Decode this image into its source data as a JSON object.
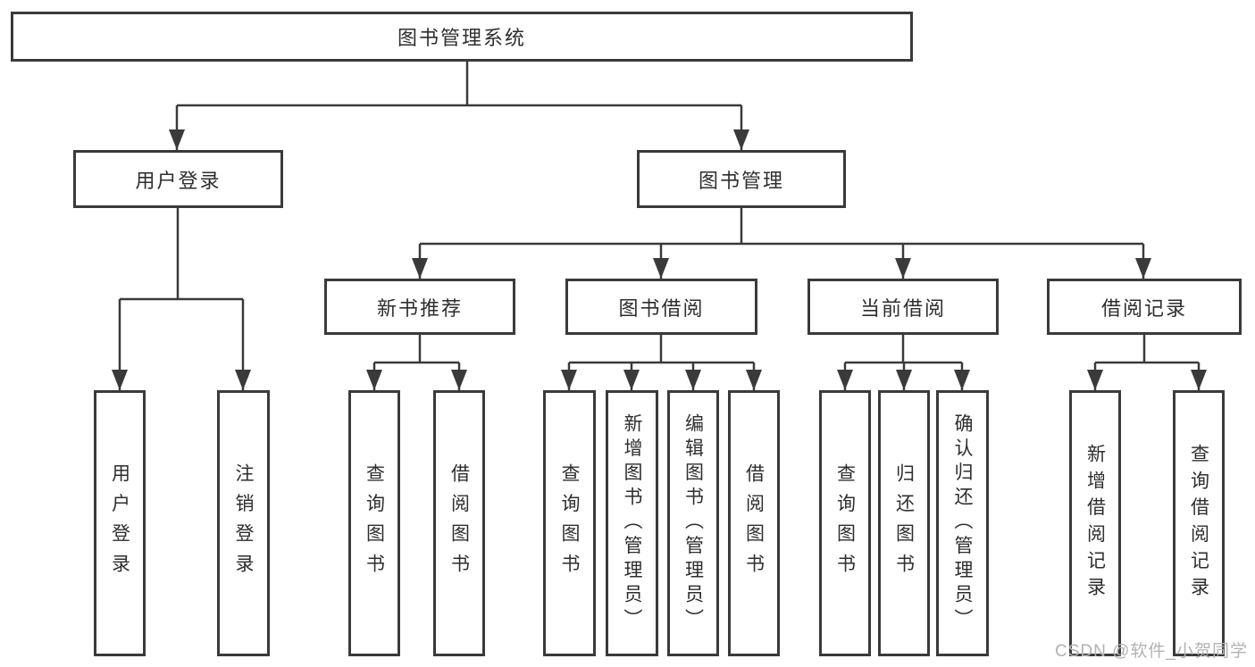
{
  "tree": {
    "label": "图书管理系统",
    "children": [
      {
        "label": "用户登录",
        "children": [
          {
            "label": "用户登录"
          },
          {
            "label": "注销登录"
          }
        ]
      },
      {
        "label": "图书管理",
        "children": [
          {
            "label": "新书推荐",
            "children": [
              {
                "label": "查询图书"
              },
              {
                "label": "借阅图书"
              }
            ]
          },
          {
            "label": "图书借阅",
            "children": [
              {
                "label": "查询图书"
              },
              {
                "label": "新增图书（管理员）"
              },
              {
                "label": "编辑图书（管理员）"
              },
              {
                "label": "借阅图书"
              }
            ]
          },
          {
            "label": "当前借阅",
            "children": [
              {
                "label": "查询图书"
              },
              {
                "label": "归还图书"
              },
              {
                "label": "确认归还（管理员）"
              }
            ]
          },
          {
            "label": "借阅记录",
            "children": [
              {
                "label": "新增借阅记录"
              },
              {
                "label": "查询借阅记录"
              }
            ]
          }
        ]
      }
    ]
  },
  "watermark": {
    "text": "CSDN @软件_小贺同学"
  },
  "colors": {
    "line": "#3a3a3a",
    "text": "#2e2e2e",
    "watermark": "#b2b2b2",
    "bg": "#ffffff"
  }
}
